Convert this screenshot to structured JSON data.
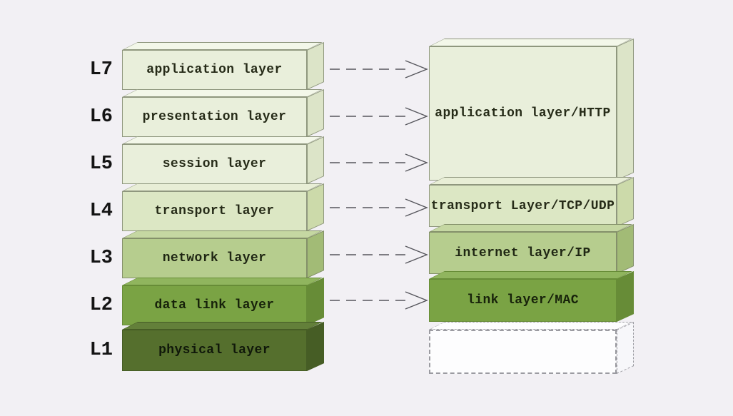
{
  "diagram": {
    "background": "#f2f0f4",
    "arrow_color": "#56565c"
  },
  "palette": {
    "light": {
      "face": "#e9efdb",
      "top": "#f3f7e9",
      "side": "#dce4c8",
      "border": "#8f977e",
      "text": "#262b18"
    },
    "light2": {
      "face": "#dce7c4",
      "top": "#e8eed6",
      "side": "#ccdaaa",
      "border": "#8f977e",
      "text": "#262b18"
    },
    "medium": {
      "face": "#b6cd8e",
      "top": "#c5d7a2",
      "side": "#a2bb76",
      "border": "#84906a",
      "text": "#1f2613"
    },
    "olive": {
      "face": "#7aa344",
      "top": "#90b55e",
      "side": "#678c37",
      "border": "#678c37",
      "text": "#17220a"
    },
    "dark": {
      "face": "#556f2d",
      "top": "#63803a",
      "side": "#465d25",
      "border": "#465d25",
      "text": "#10180a"
    },
    "empty": {
      "face": "#fdfdfe",
      "top": "#fdfdfe",
      "side": "#f7f7fa",
      "border": "#9b9ba1",
      "text": "#333333"
    }
  },
  "osi_stack": {
    "rows": [
      {
        "tag": "L7",
        "label": "application layer"
      },
      {
        "tag": "L6",
        "label": "presentation layer"
      },
      {
        "tag": "L5",
        "label": "session layer"
      },
      {
        "tag": "L4",
        "label": "transport layer"
      },
      {
        "tag": "L3",
        "label": "network layer"
      },
      {
        "tag": "L2",
        "label": "data link layer"
      },
      {
        "tag": "L1",
        "label": "physical layer"
      }
    ]
  },
  "tcpip_stack": {
    "boxes": [
      {
        "label": "application layer/HTTP"
      },
      {
        "label": "transport Layer/TCP/UDP"
      },
      {
        "label": "internet layer/IP"
      },
      {
        "label": "link layer/MAC"
      },
      {
        "label": ""
      }
    ]
  },
  "arrows": [
    {
      "from": "L7",
      "to": "application layer/HTTP"
    },
    {
      "from": "L6",
      "to": "application layer/HTTP"
    },
    {
      "from": "L5",
      "to": "application layer/HTTP"
    },
    {
      "from": "L4",
      "to": "transport Layer/TCP/UDP"
    },
    {
      "from": "L3",
      "to": "internet layer/IP"
    },
    {
      "from": "L2",
      "to": "link layer/MAC"
    }
  ]
}
